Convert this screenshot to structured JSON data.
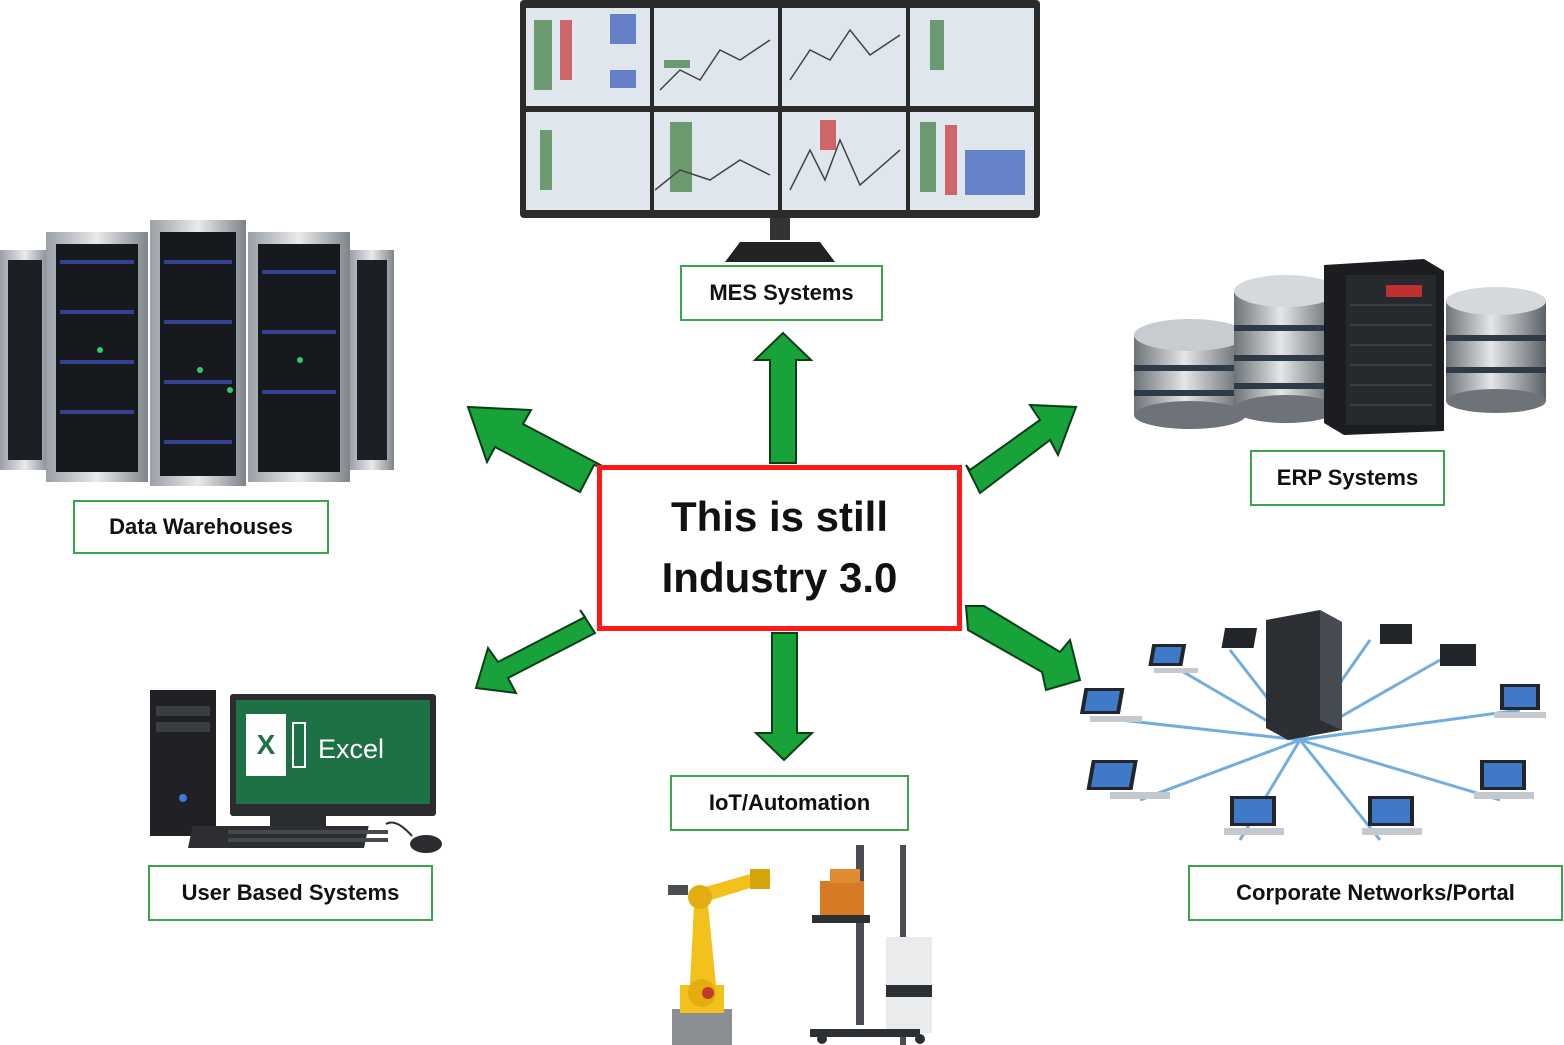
{
  "center": {
    "line1": "This is still",
    "line2": "Industry 3.0",
    "border_color": "#ff1a1a"
  },
  "nodes": {
    "mes": {
      "label": "MES Systems",
      "icon": "multi-monitor-icon"
    },
    "erp": {
      "label": "ERP Systems",
      "icon": "database-server-icon"
    },
    "data_warehouses": {
      "label": "Data Warehouses",
      "icon": "server-rack-icon"
    },
    "corporate": {
      "label": "Corporate Networks/Portal",
      "icon": "network-icon"
    },
    "user_based": {
      "label": "User Based Systems",
      "icon": "desktop-computer-icon"
    },
    "iot": {
      "label": "IoT/Automation",
      "icon": "robot-arm-icon"
    }
  },
  "excel_screen": {
    "text": "Excel",
    "badge": "X"
  },
  "colors": {
    "arrow_fill": "#18a33a",
    "arrow_stroke": "#0b3d16",
    "label_border": "#3aa54a",
    "excel_green": "#1e7145"
  }
}
